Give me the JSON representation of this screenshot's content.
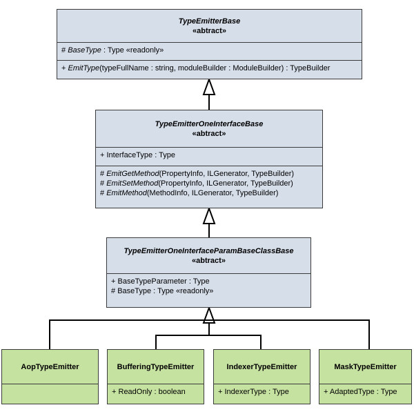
{
  "classes": {
    "base": {
      "name": "TypeEmitterBase",
      "stereotype": "«abtract»",
      "attributes": [
        {
          "vis": "#",
          "name": "BaseType",
          "rest": " : Type «readonly»"
        }
      ],
      "operations": [
        {
          "vis": "+",
          "name": "EmitType",
          "rest": "(typeFullName : string, moduleBuilder : ModuleBuilder) : TypeBuilder"
        }
      ]
    },
    "one_interface": {
      "name": "TypeEmitterOneInterfaceBase",
      "stereotype": "«abtract»",
      "attributes": [
        {
          "vis": "+",
          "name": "InterfaceType",
          "rest": " : Type"
        }
      ],
      "operations": [
        {
          "vis": "#",
          "name": "EmitGetMethod",
          "rest": "(PropertyInfo, ILGenerator, TypeBuilder)"
        },
        {
          "vis": "#",
          "name": "EmitSetMethod",
          "rest": "(PropertyInfo, ILGenerator, TypeBuilder)"
        },
        {
          "vis": "#",
          "name": "EmitMethod",
          "rest": "(MethodInfo, ILGenerator, TypeBuilder)"
        }
      ]
    },
    "param_base": {
      "name": "TypeEmitterOneInterfaceParamBaseClassBase",
      "stereotype": "«abtract»",
      "attributes": [
        {
          "vis": "+",
          "name": "BaseTypeParameter",
          "rest": " : Type"
        },
        {
          "vis": "#",
          "name": "BaseType",
          "rest": " : Type «readonly»"
        }
      ]
    },
    "aop": {
      "name": "AopTypeEmitter"
    },
    "buffering": {
      "name": "BufferingTypeEmitter",
      "attributes": [
        {
          "vis": "+",
          "name": "ReadOnly",
          "rest": " : boolean"
        }
      ]
    },
    "indexer": {
      "name": "IndexerTypeEmitter",
      "attributes": [
        {
          "vis": "+",
          "name": "IndexerType",
          "rest": " : Type"
        }
      ]
    },
    "mask": {
      "name": "MaskTypeEmitter",
      "attributes": [
        {
          "vis": "+",
          "name": "AdaptedType",
          "rest": " : Type"
        }
      ]
    }
  },
  "colors": {
    "abstract_fill": "#d6deea",
    "concrete_fill": "#c6e2a1",
    "border": "#3a3a3a",
    "line": "#000000"
  }
}
